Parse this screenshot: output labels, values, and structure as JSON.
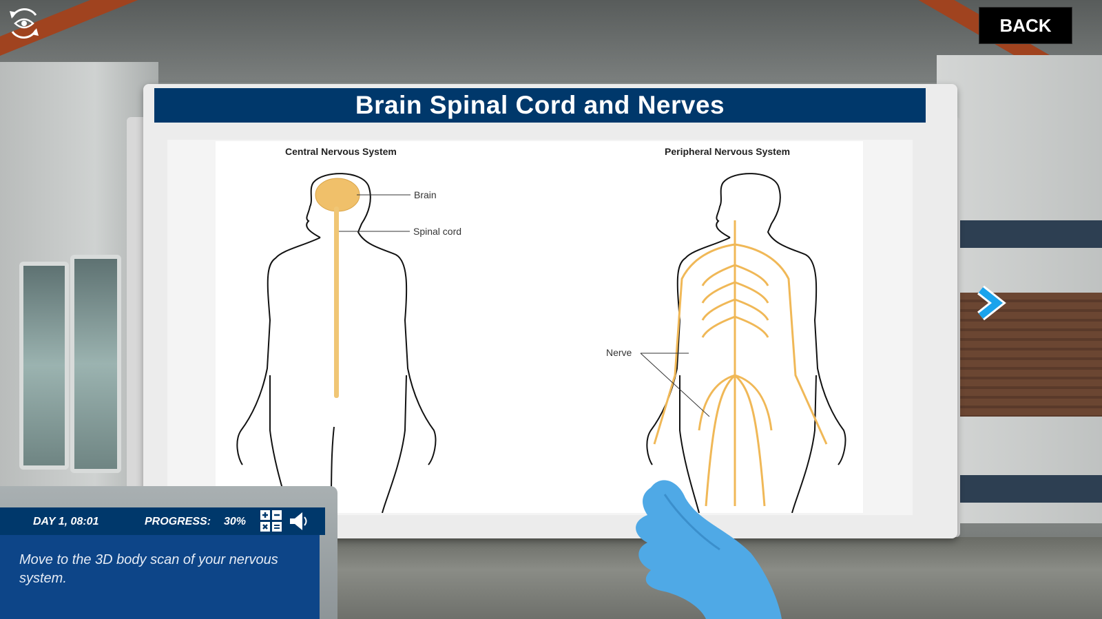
{
  "toolbar": {
    "view_rotate_icon": "rotate-view-eye",
    "back_label": "BACK",
    "next_icon": "chevron-right"
  },
  "slide": {
    "title": "Brain Spinal Cord and Nerves",
    "left_figure": {
      "caption": "Central Nervous System",
      "labels": [
        "Brain",
        "Spinal cord"
      ]
    },
    "right_figure": {
      "caption": "Peripheral Nervous System",
      "labels": [
        "Nerve"
      ]
    },
    "colors": {
      "title_bar": "#00386b",
      "nerve": "#f0b857",
      "outline": "#111111"
    }
  },
  "hud": {
    "day_time": "DAY 1, 08:01",
    "progress_label": "PROGRESS:",
    "progress_value": "30%",
    "calculator_icon": "calculator",
    "sound_icon": "speaker",
    "message": "Move to the 3D body scan of your nervous system.",
    "colors": {
      "header": "#00386b",
      "body": "#0d4588"
    }
  }
}
